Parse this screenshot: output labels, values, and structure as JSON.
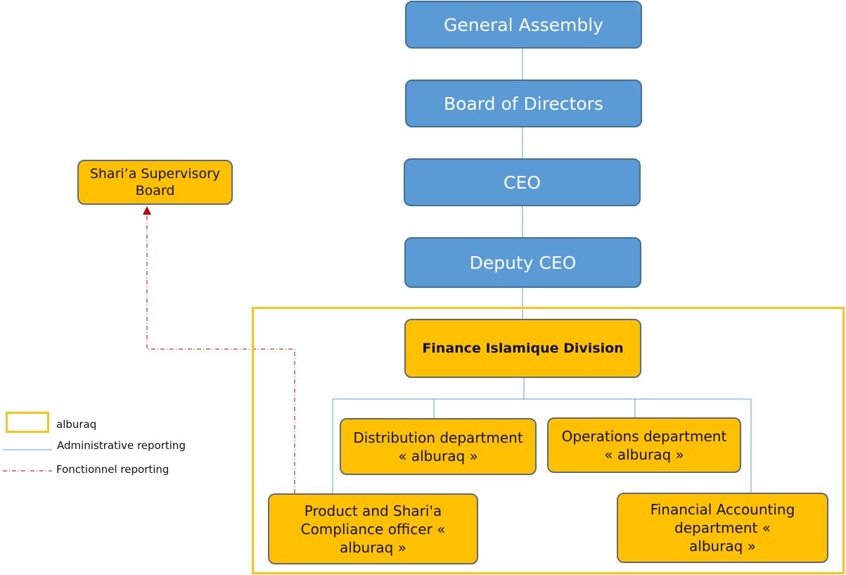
{
  "nodes": {
    "general_assembly": "General Assembly",
    "board": "Board of Directors",
    "ceo": "CEO",
    "deputy_ceo": "Deputy CEO",
    "sharia_board": "Shari’a Supervisory Board",
    "finance_division": "Finance Islamique Division",
    "distribution": "Distribution department « alburaq »",
    "operations": "Operations department « alburaq »",
    "product_compliance": "Product and Shari'a Compliance officer « alburaq »",
    "financial_accounting": "Financial Accounting department « alburaq »"
  },
  "legend": {
    "alburaq": "alburaq",
    "administrative": "Administrative reporting",
    "functional": "Fonctionnel reporting"
  },
  "colors": {
    "blue_box": "#5b9bd5",
    "yellow_box": "#ffc000",
    "region_border": "#f5c518",
    "admin_line": "#5b9bd5",
    "functional_line": "#c00000"
  }
}
